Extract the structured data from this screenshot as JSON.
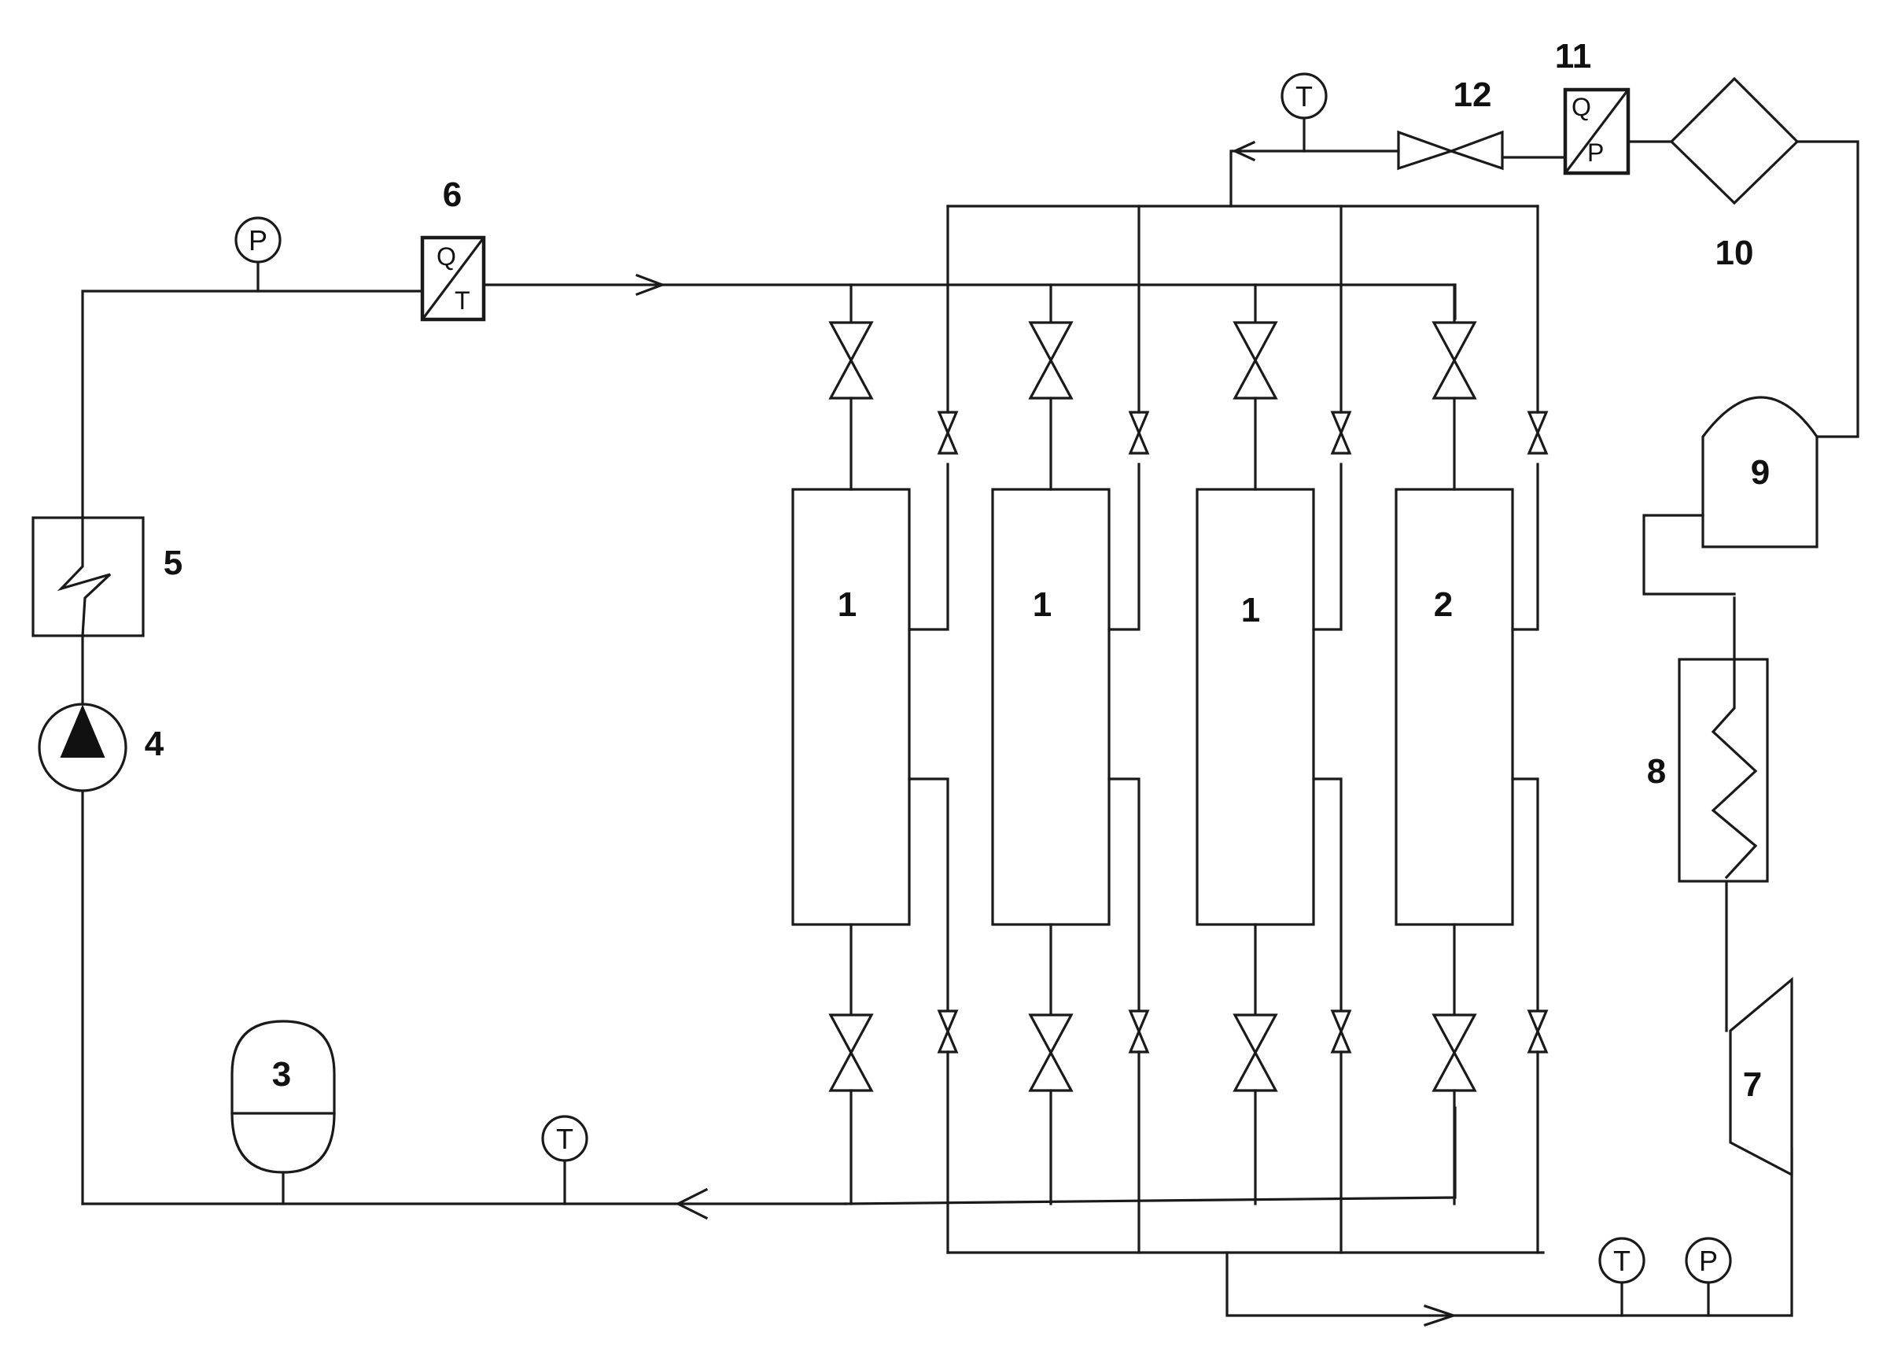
{
  "labels": {
    "vessel_a": "1",
    "vessel_b": "1",
    "vessel_c": "1",
    "vessel_d": "2",
    "tank_3": "3",
    "pump_4": "4",
    "heater_5": "5",
    "meter_6": "6",
    "compressor_7": "7",
    "cooler_8": "8",
    "separator_9": "9",
    "filter_10": "10",
    "meter_11": "11",
    "valve_12": "12"
  },
  "instruments": {
    "pressure_letter": "P",
    "temperature_letter": "T",
    "flow_letter": "Q"
  }
}
